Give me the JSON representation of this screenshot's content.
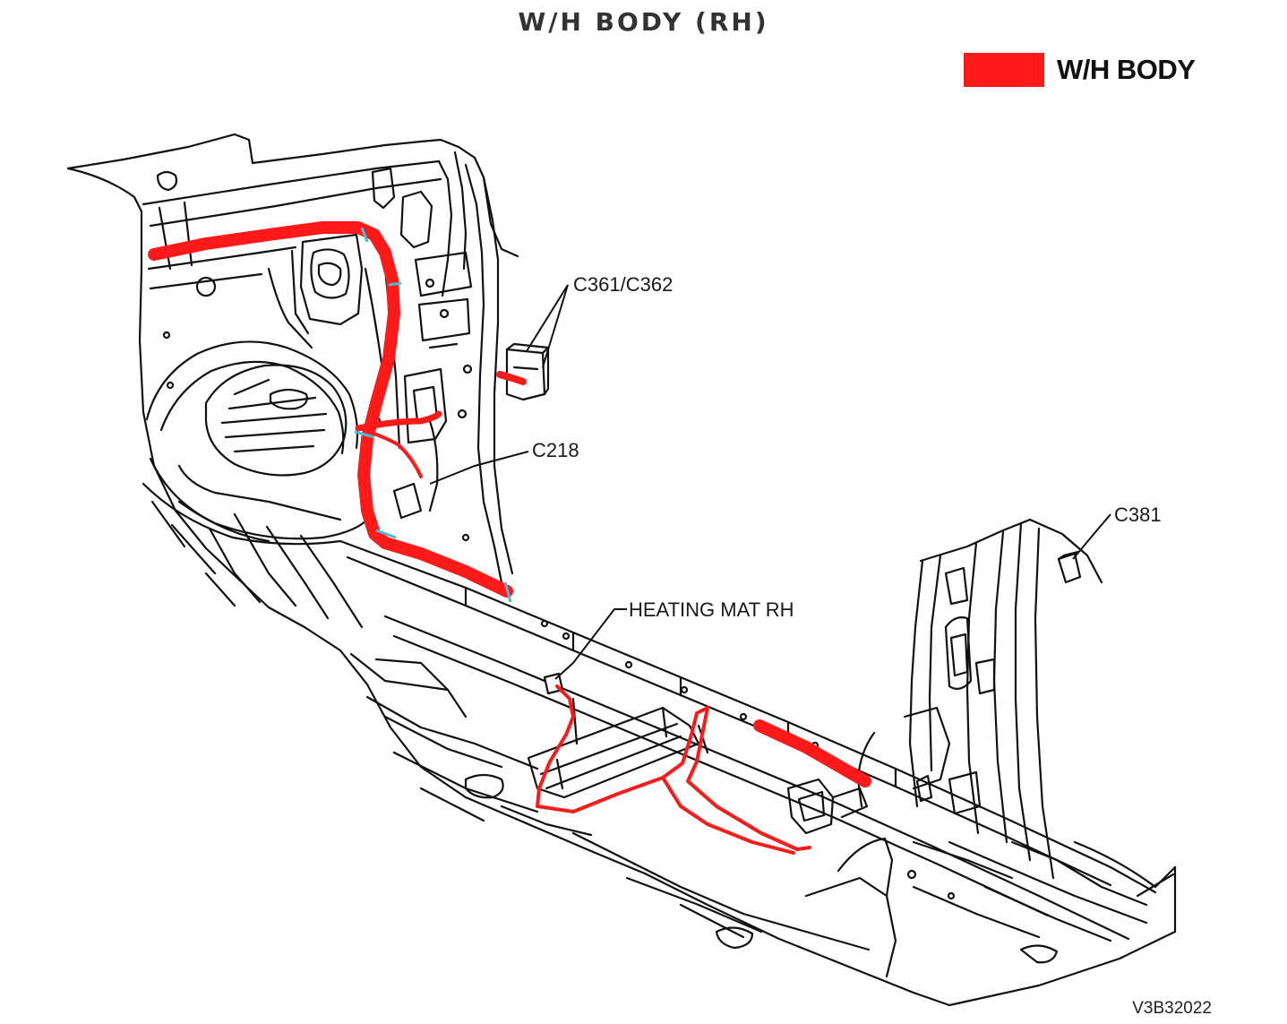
{
  "title": "W/H BODY (RH)",
  "legend": {
    "swatch_color": "#ff1a1a",
    "label": "W/H BODY"
  },
  "callouts": {
    "c361_c362": "C361/C362",
    "c218": "C218",
    "c381": "C381",
    "heating_mat": "HEATING MAT RH"
  },
  "figure_code": "V3B32022",
  "colors": {
    "harness": "#ff1a1a",
    "line_art": "#111111"
  }
}
